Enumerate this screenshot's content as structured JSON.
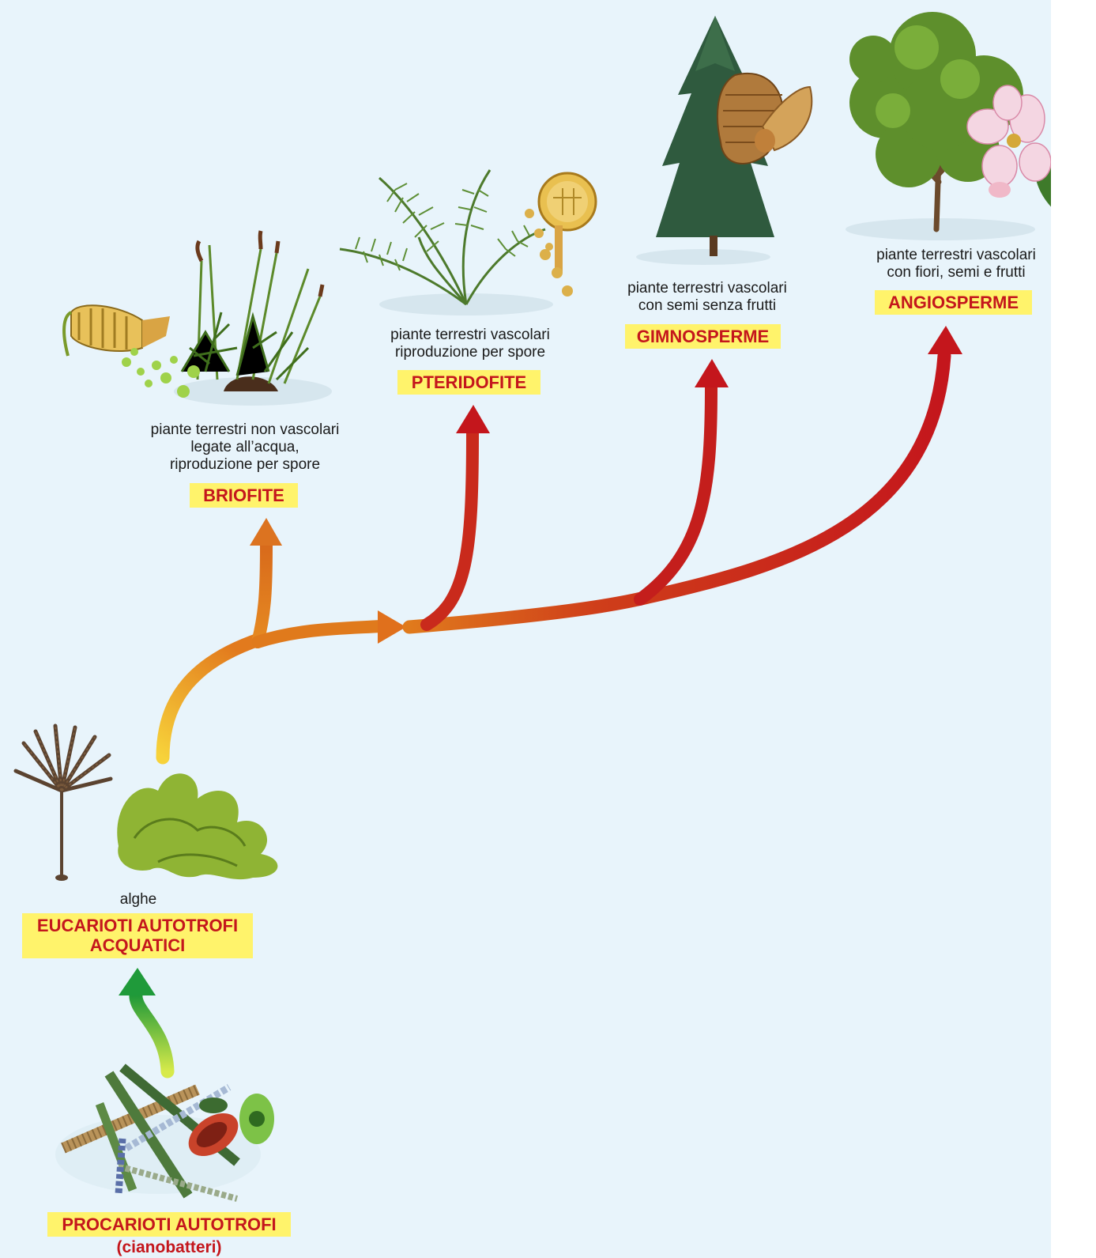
{
  "groups": {
    "procarioti": {
      "label": "PROCARIOTI AUTOTROFI",
      "sublabel": "(cianobatteri)"
    },
    "eucarioti": {
      "description": "alghe",
      "label_line1": "EUCARIOTI AUTOTROFI",
      "label_line2": "ACQUATICI"
    },
    "briofite": {
      "desc_line1": "piante terrestri non vascolari",
      "desc_line2": "legate all’acqua,",
      "desc_line3": "riproduzione per spore",
      "label": "BRIOFITE"
    },
    "pteridofite": {
      "desc_line1": "piante terrestri vascolari",
      "desc_line2": "riproduzione per spore",
      "label": "PTERIDOFITE"
    },
    "gimnosperme": {
      "desc_line1": "piante terrestri vascolari",
      "desc_line2": "con semi senza frutti",
      "label": "GIMNOSPERME"
    },
    "angiosperme": {
      "desc_line1": "piante terrestri vascolari",
      "desc_line2": "con fiori, semi e frutti",
      "label": "ANGIOSPERME"
    }
  },
  "colors": {
    "background": "#e8f4fb",
    "label_fill": "#fff36b",
    "label_text": "#c4161c",
    "arrow_green": "#1f9a3a",
    "arrow_yellow": "#f5c518",
    "arrow_orange": "#e07a1c",
    "arrow_red": "#c4161c"
  }
}
